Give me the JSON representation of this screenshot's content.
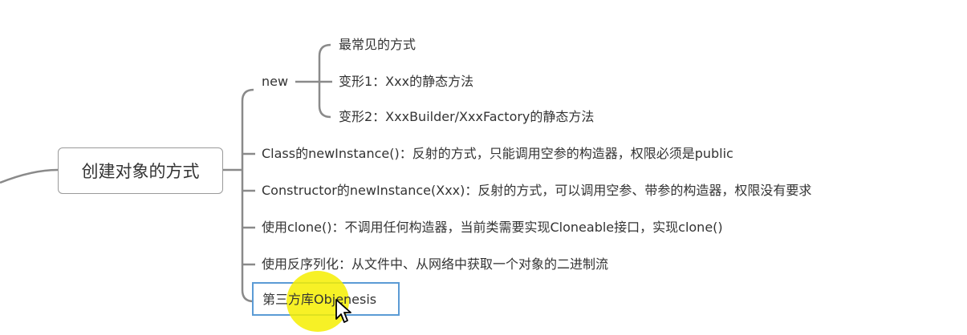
{
  "root": {
    "label": "创建对象的方式"
  },
  "branches": [
    {
      "label": "new",
      "children": [
        {
          "label": "最常见的方式"
        },
        {
          "label": "变形1：Xxx的静态方法"
        },
        {
          "label": "变形2：XxxBuilder/XxxFactory的静态方法"
        }
      ]
    },
    {
      "label": "Class的newInstance()：反射的方式，只能调用空参的构造器，权限必须是public"
    },
    {
      "label": "Constructor的newInstance(Xxx)：反射的方式，可以调用空参、带参的构造器，权限没有要求"
    },
    {
      "label": "使用clone()：不调用任何构造器，当前类需要实现Cloneable接口，实现clone()"
    },
    {
      "label": "使用反序列化：从文件中、从网络中获取一个对象的二进制流"
    },
    {
      "label": "第三方库Objenesis",
      "selected": true
    }
  ],
  "colors": {
    "connector": "#8a8a8a",
    "selection_border": "#5b9bd5",
    "cursor_highlight": "#f6ee00",
    "text": "#333333"
  },
  "icons": [
    "mouse-pointer-icon"
  ]
}
